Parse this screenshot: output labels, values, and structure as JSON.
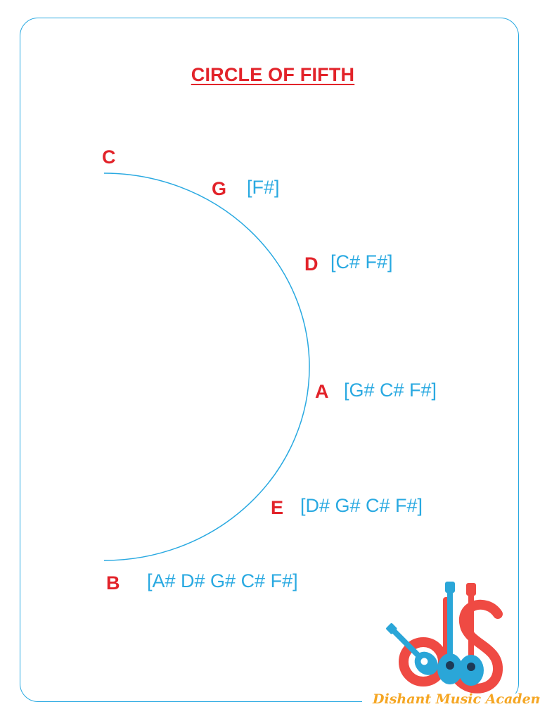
{
  "title": "CIRCLE OF FIFTH",
  "diagram": {
    "notes": [
      {
        "note": "C",
        "sharps": ""
      },
      {
        "note": "G",
        "sharps": "[F#]"
      },
      {
        "note": "D",
        "sharps": "[C# F#]"
      },
      {
        "note": "A",
        "sharps": "[G# C# F#]"
      },
      {
        "note": "E",
        "sharps": "[D# G# C# F#]"
      },
      {
        "note": "B",
        "sharps": "[A# D# G# C# F#]"
      }
    ]
  },
  "logo": {
    "text": "Dishant Music Academy"
  },
  "colors": {
    "note": "#e2232a",
    "sharps": "#29a9e1",
    "arc": "#29a9e1",
    "frame": "#29a9e1",
    "logo_text": "#f5a623"
  }
}
